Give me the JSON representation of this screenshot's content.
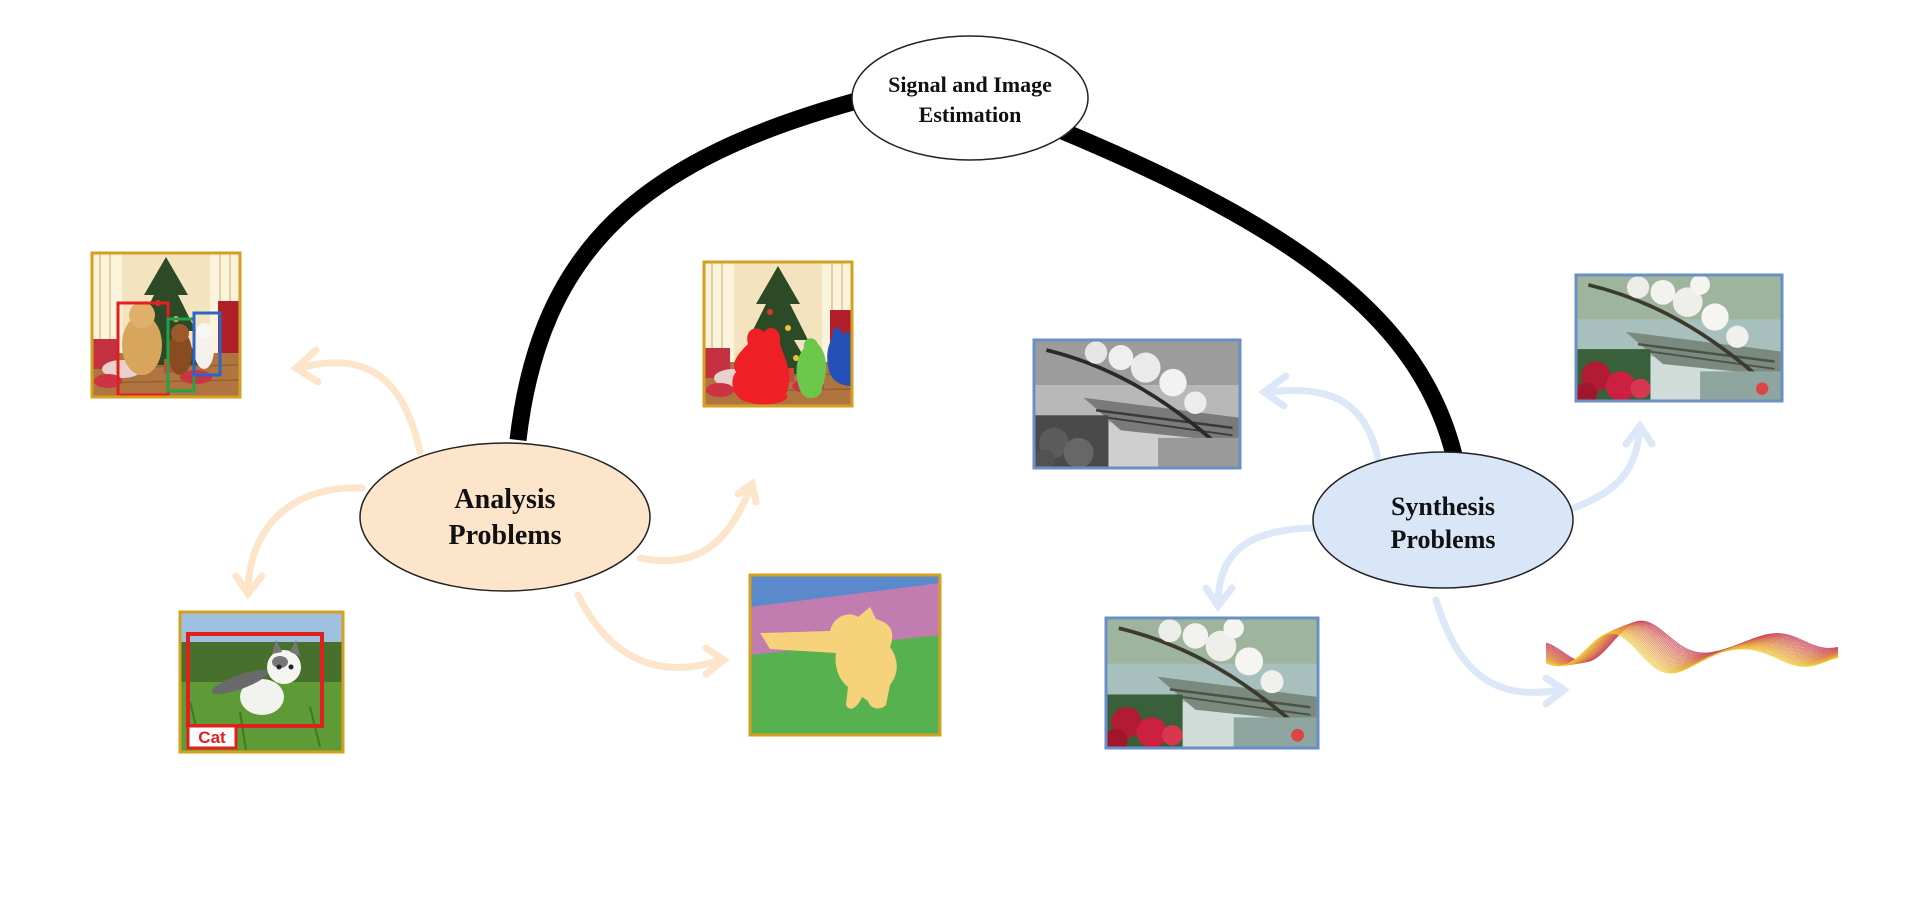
{
  "nodes": {
    "top": {
      "line1": "Signal and Image",
      "line2": "Estimation"
    },
    "analysis": {
      "line1": "Analysis",
      "line2": "Problems",
      "fill": "#fde5cc"
    },
    "synthesis": {
      "line1": "Synthesis",
      "line2": "Problems",
      "fill": "#d8e6f8"
    }
  },
  "labels": {
    "cat_tag": "Cat"
  },
  "colors": {
    "analysis_frame": "#d4a020",
    "synthesis_frame": "#6a8fc4",
    "analysis_arrow": "#fde5cc",
    "synthesis_arrow": "#dce8f8",
    "arc": "#000000"
  },
  "images": [
    {
      "id": "object-detection-dogs-cat",
      "icon": "detection-boxes"
    },
    {
      "id": "cat-classification",
      "icon": "cat-bounding-box"
    },
    {
      "id": "instance-segmentation",
      "icon": "segmentation-masks"
    },
    {
      "id": "semantic-segmentation",
      "icon": "semantic-map"
    },
    {
      "id": "grayscale-photo",
      "icon": "grayscale-image"
    },
    {
      "id": "color-photo-large",
      "icon": "color-image"
    },
    {
      "id": "color-photo-top",
      "icon": "colorized-image"
    },
    {
      "id": "waveform",
      "icon": "signal-waveform"
    }
  ]
}
